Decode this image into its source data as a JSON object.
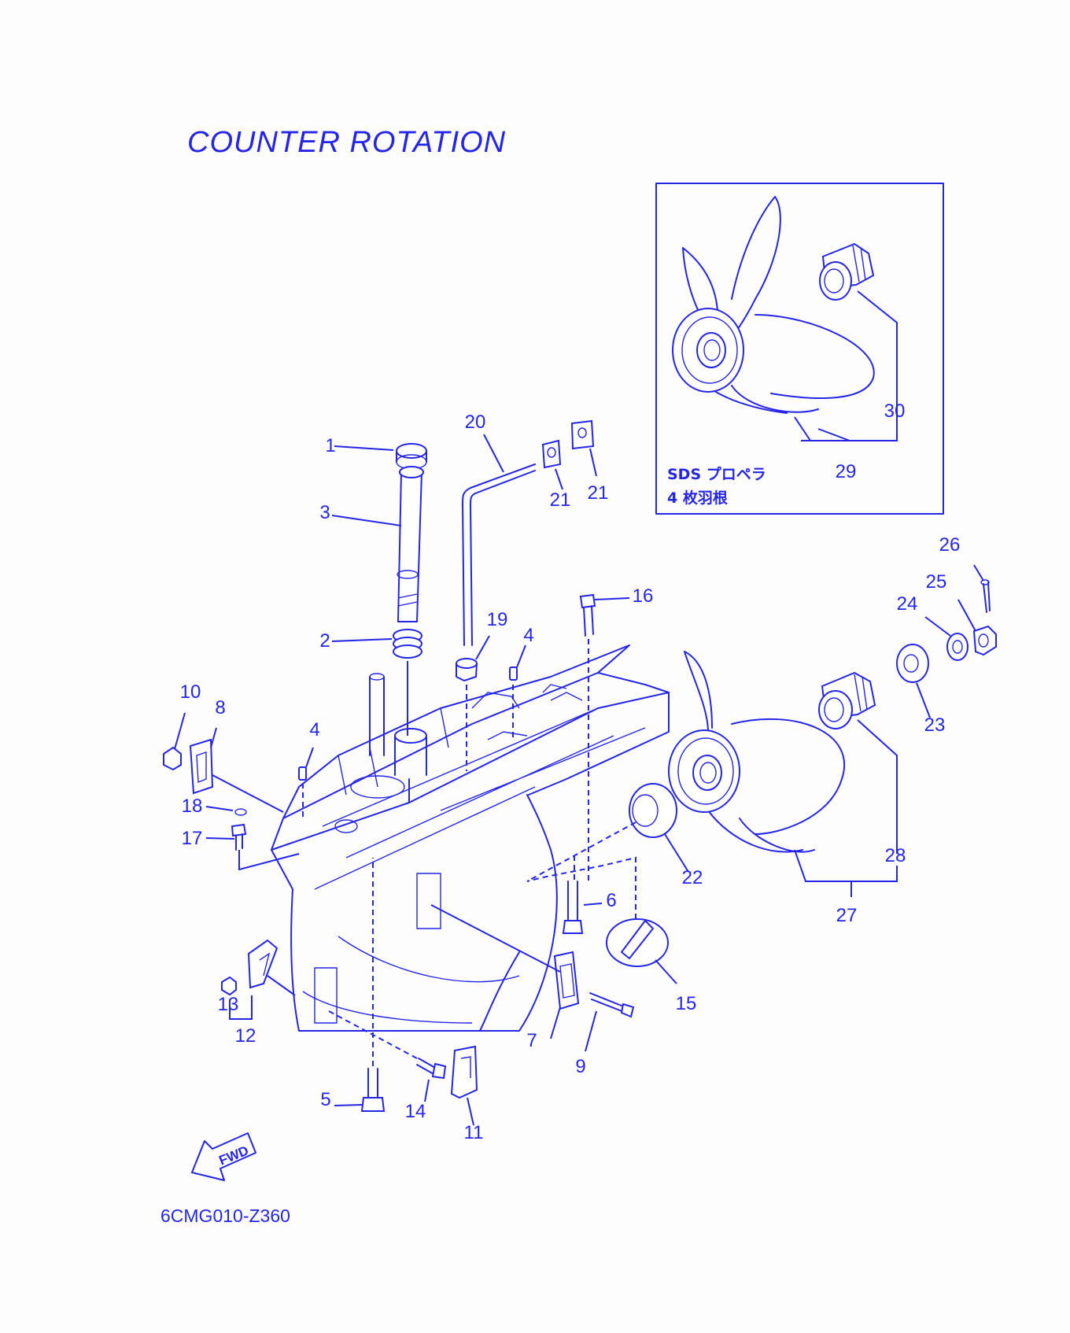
{
  "title": "COUNTER  ROTATION",
  "inset": {
    "caption_line1": "SDS プロペラ",
    "caption_line2": "4 枚羽根"
  },
  "figure_code": "6CMG010-Z360",
  "direction_arrow_label": "FWD",
  "callouts": [
    "1",
    "2",
    "3",
    "4",
    "4",
    "5",
    "6",
    "7",
    "8",
    "9",
    "10",
    "11",
    "12",
    "13",
    "14",
    "15",
    "16",
    "17",
    "18",
    "19",
    "20",
    "21",
    "21",
    "22",
    "23",
    "24",
    "25",
    "26",
    "27",
    "28",
    "29",
    "30"
  ],
  "colors": {
    "ink": "#2525e6",
    "background": "#fdfdfd"
  }
}
